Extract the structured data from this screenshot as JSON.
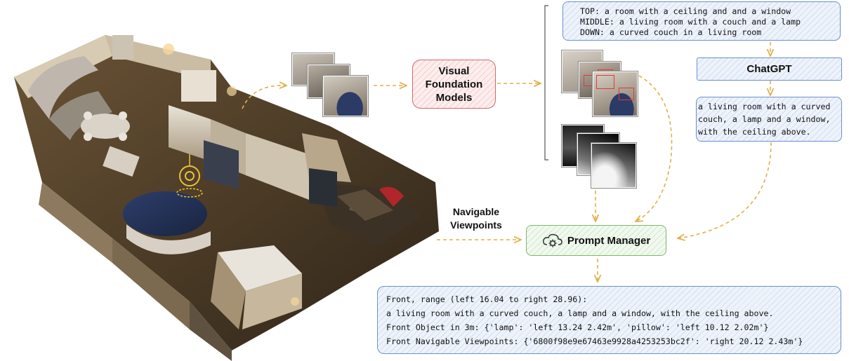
{
  "vfm": {
    "label": "Visual\nFoundation\nModels"
  },
  "chatgpt": {
    "label": "ChatGPT"
  },
  "captions": {
    "text": "TOP: a room with a ceiling and and a window\nMIDDLE: a living room with a couch and a lamp\nDOWN: a curved couch in a living room"
  },
  "summary": {
    "text": "a living room with a curved\ncouch, a lamp and a window,\nwith the ceiling above."
  },
  "navigable": {
    "label": "Navigable\nViewpoints"
  },
  "prompt_manager": {
    "label": "Prompt Manager"
  },
  "output": {
    "line1": "Front, range (left 16.04 to right 28.96):",
    "line2": "a living room with a curved couch, a lamp and a window, with the ceiling above.",
    "line3": "Front Object in 3m: {'lamp': 'left 13.24 2.42m', 'pillow': 'left 10.12 2.02m'}",
    "line4": "Front Navigable Viewpoints: {'6800f98e9e67463e9928a4253253bc2f': 'right 20.12 2.43m'}"
  },
  "colors": {
    "arrow": "#e0b04a",
    "blue_border": "#6d8fcf",
    "red_border": "#d46868",
    "green_border": "#7fb56f"
  },
  "icons": [
    "agent-marker-icon",
    "cloud-gear-icon"
  ]
}
